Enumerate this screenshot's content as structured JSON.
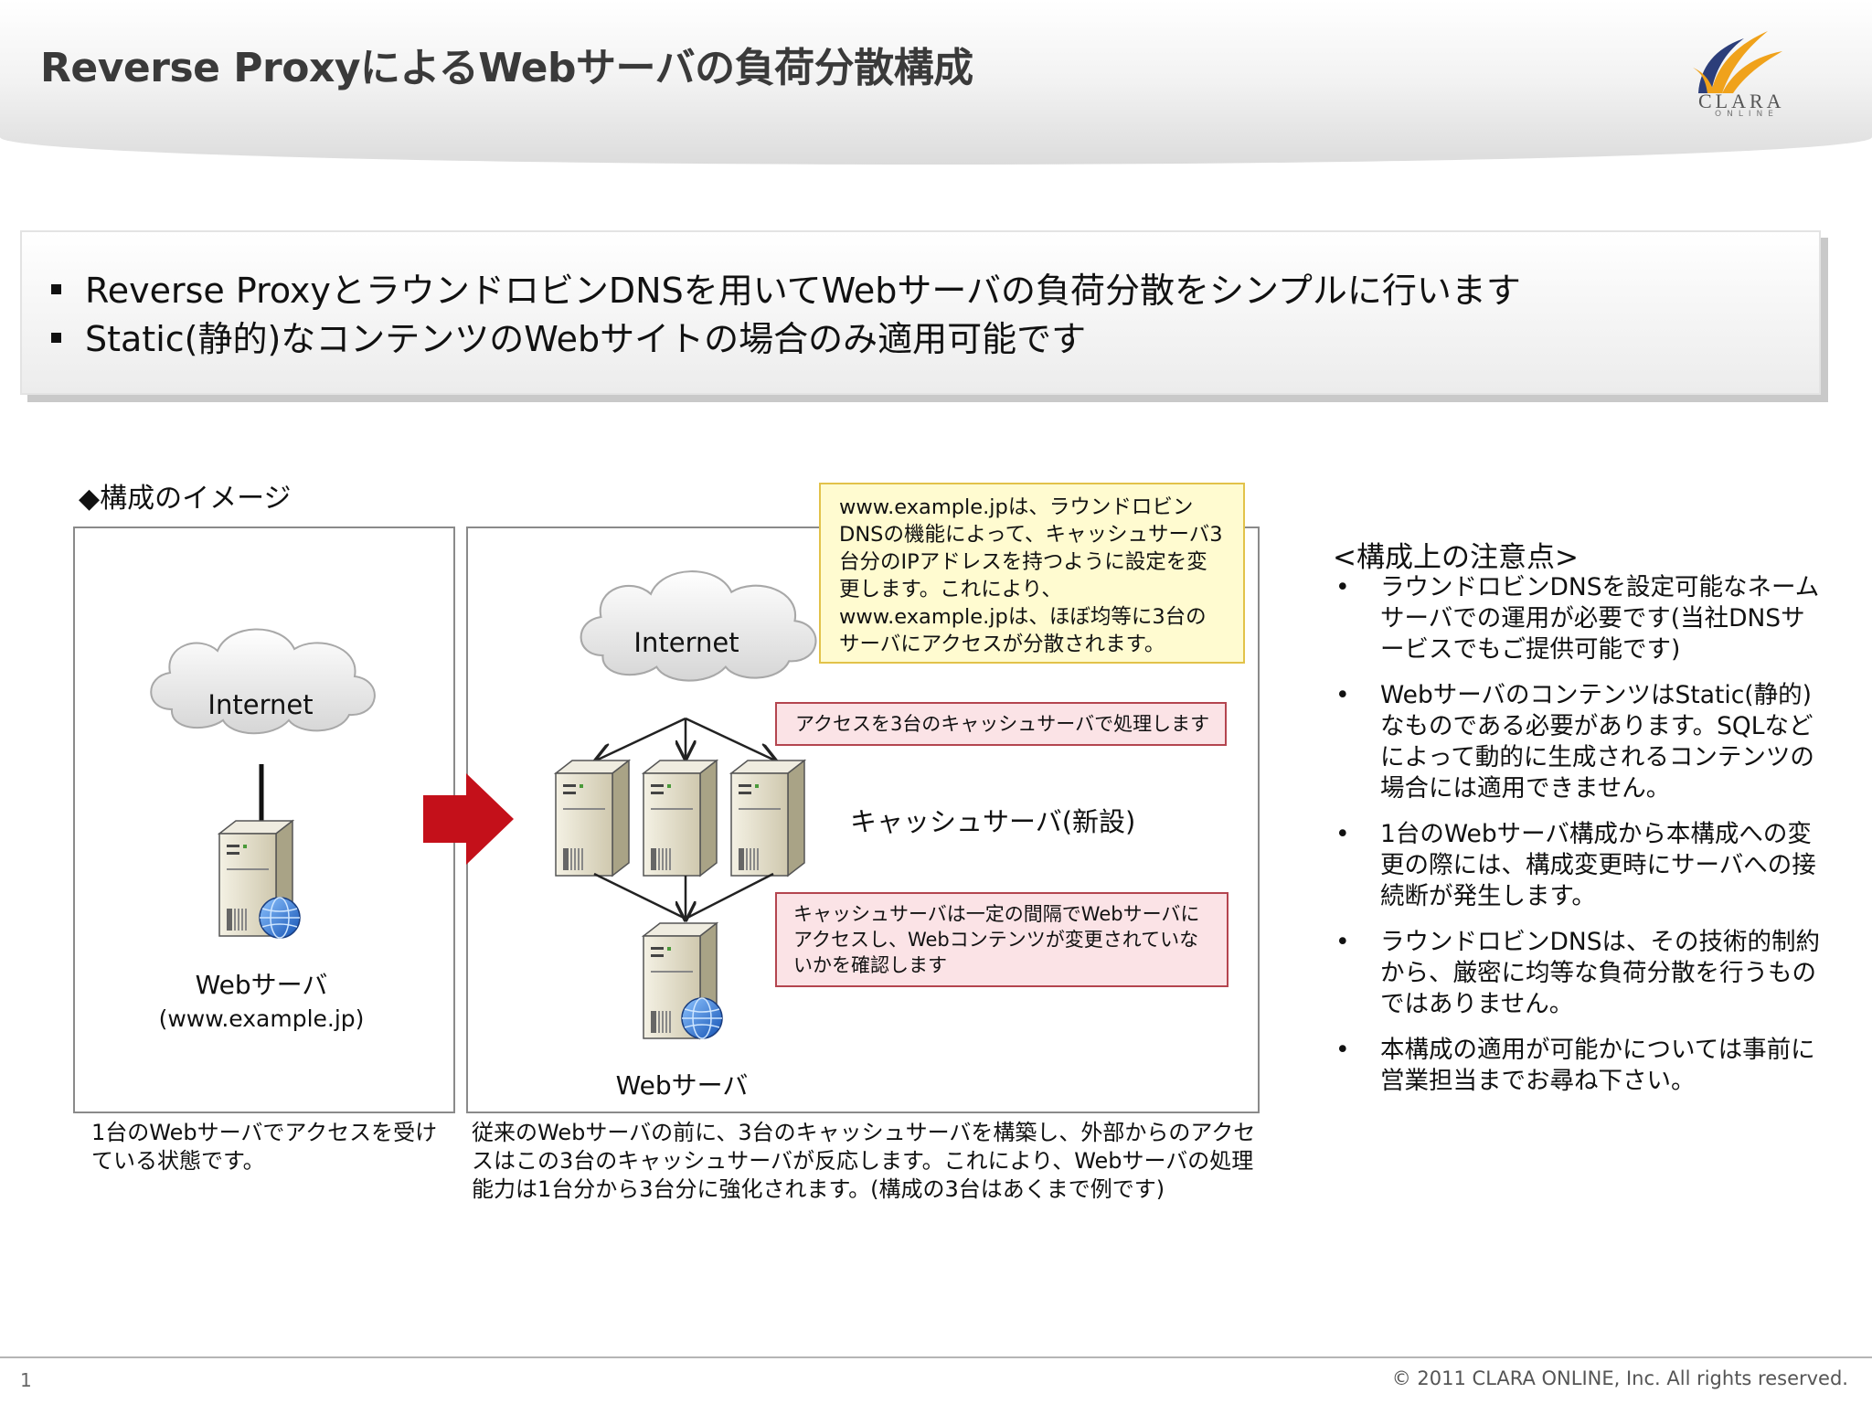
{
  "header": {
    "title": "Reverse ProxyによるWebサーバの負荷分散構成"
  },
  "logo": {
    "text": "CLARA",
    "subtext": "ONLINE"
  },
  "summary": {
    "bullets": [
      "Reverse ProxyとラウンドロビンDNSを用いてWebサーバの負荷分散をシンプルに行います",
      "Static(静的)なコンテンツのWebサイトの場合のみ適用可能です"
    ]
  },
  "diagram": {
    "section_title": "◆構成のイメージ",
    "before": {
      "internet_label": "Internet",
      "server_label": "Webサーバ",
      "server_url": "(www.example.jp)",
      "caption": "1台のWebサーバでアクセスを受けている状態です。"
    },
    "after": {
      "internet_label": "Internet",
      "cache_label": "キャッシュサーバ(新設)",
      "server_label": "Webサーバ",
      "note_yellow": "www.example.jpは、ラウンドロビンDNSの機能によって、キャッシュサーバ3台分のIPアドレスを持つように設定を変更します。これにより、www.example.jpは、ほぼ均等に3台のサーバにアクセスが分散されます。",
      "note_pink_1": "アクセスを3台のキャッシュサーバで処理します",
      "note_pink_2": "キャッシュサーバは一定の間隔でWebサーバにアクセスし、Webコンテンツが変更されていないかを確認します",
      "caption": "従来のWebサーバの前に、3台のキャッシュサーバを構築し、外部からのアクセスはこの3台のキャッシュサーバが反応します。これにより、Webサーバの処理能力は1台分から3台分に強化されます。(構成の3台はあくまで例です)"
    },
    "arrow_color": "#c4101a"
  },
  "notes": {
    "title": "<構成上の注意点>",
    "bullet": "•",
    "items": [
      "ラウンドロビンDNSを設定可能なネームサーバでの運用が必要です(当社DNSサービスでもご提供可能です)",
      "WebサーバのコンテンツはStatic(静的)なものである必要があります。SQLなどによって動的に生成されるコンテンツの場合には適用できません。",
      "1台のWebサーバ構成から本構成への変更の際には、構成変更時にサーバへの接続断が発生します。",
      "ラウンドロビンDNSは、その技術的制約から、厳密に均等な負荷分散を行うものではありません。",
      "本構成の適用が可能かについては事前に営業担当までお尋ね下さい。"
    ]
  },
  "footer": {
    "page_number": "1",
    "copyright": "© 2011 CLARA ONLINE, Inc. All rights reserved."
  }
}
